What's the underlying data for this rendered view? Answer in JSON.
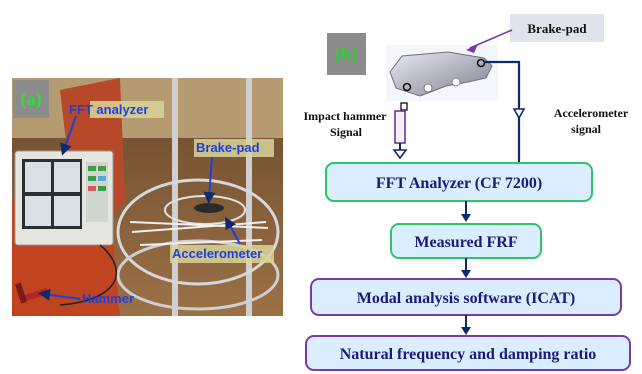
{
  "panel_a": {
    "tag": "(a)",
    "labels": {
      "fft_analyzer": "FFT analyzer",
      "brake_pad": "Brake-pad",
      "accelerometer": "Accelerometer",
      "hammer": "Hammer"
    }
  },
  "panel_b": {
    "tag": "(b)",
    "brake_pad_callout": "Brake-pad",
    "impact_hammer_signal": [
      "Impact hammer",
      "Signal"
    ],
    "accelerometer_signal": [
      "Accelerometer",
      "signal"
    ],
    "flow_boxes": [
      "FFT Analyzer (CF 7200)",
      "Measured FRF",
      "Modal analysis software (ICAT)",
      "Natural frequency and damping ratio"
    ]
  },
  "colors": {
    "green_border": "#2ec46a",
    "purple_border": "#7a3aa6",
    "box_fill": "#dbeeff",
    "arrow": "#0d2a6b",
    "tag_bg": "#8c8c8c",
    "photo_label": "#1e40d8"
  }
}
